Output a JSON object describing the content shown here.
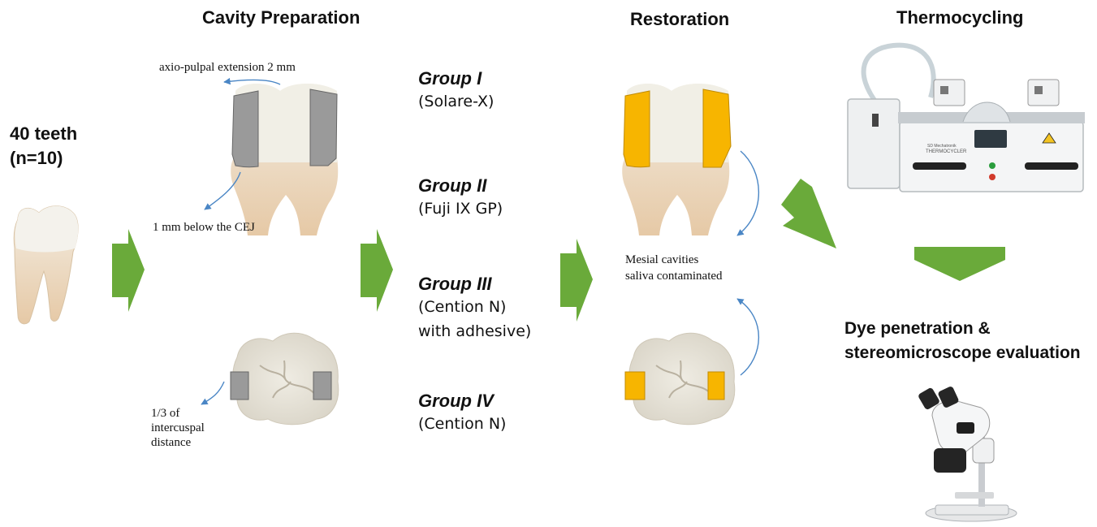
{
  "headings": {
    "cavity_preparation": "Cavity Preparation",
    "restoration": "Restoration",
    "thermocycling": "Thermocycling",
    "dye_line1": "Dye penetration &",
    "dye_line2": "stereomicroscope evaluation"
  },
  "specimens": {
    "line1": "40 teeth",
    "line2": "(n=10)"
  },
  "cavity_labels": {
    "axio_pulpal": "axio-pulpal  extension  2 mm",
    "below_cej": "1 mm  below  the CEJ",
    "intercuspal_line1": "1/3  of",
    "intercuspal_line2": "intercuspal",
    "intercuspal_line3": "distance"
  },
  "groups": [
    {
      "title": "Group I",
      "lines": [
        "(Solare-X)"
      ]
    },
    {
      "title": "Group II",
      "lines": [
        "(Fuji IX GP)"
      ]
    },
    {
      "title": "Group III",
      "lines": [
        "(Cention N)",
        "with adhesive)"
      ]
    },
    {
      "title": "Group IV",
      "lines": [
        "(Cention N)"
      ]
    }
  ],
  "restoration_note": {
    "line1": "Mesial  cavities",
    "line2": "saliva  contaminated"
  },
  "device_labels": {
    "brand": "SD Mechatronik",
    "model": "THERMOCYCLER"
  },
  "colors": {
    "arrow_green": "#6aaa3a",
    "cavity_gray": "#9a9a9a",
    "restoration_yellow": "#f7b500",
    "enamel": "#f1efe6",
    "root": "#ead2b4",
    "annotation_blue": "#4a86c5"
  }
}
